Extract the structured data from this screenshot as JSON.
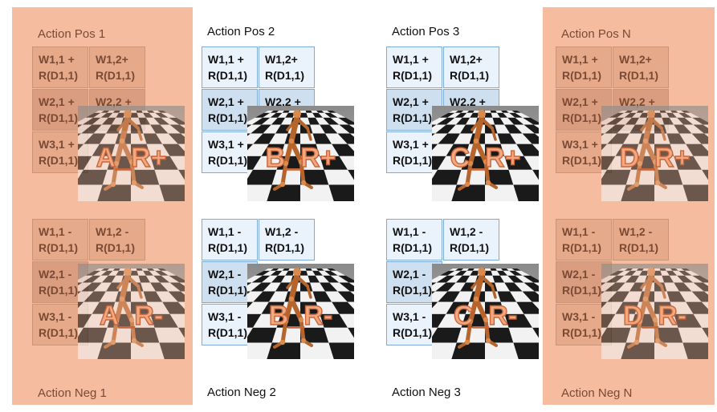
{
  "colors": {
    "highlight_panel": "#f5bca0",
    "cell_border": "#7eaad8",
    "cell_fill": "#eaf2fb",
    "cell_fill_row2": "#cedfef",
    "overlay_text": "#f4a880"
  },
  "columns": [
    {
      "pos_label": "Action Pos 1",
      "neg_label": "Action Neg 1",
      "highlighted": true,
      "pos_grid": [
        [
          [
            "W1,1 +",
            "R(D1,1)"
          ],
          [
            "W1,2+",
            "R(D1,1)"
          ]
        ],
        [
          [
            "W2,1 +",
            "R(D1,1)"
          ],
          [
            "W2,2 +",
            ""
          ]
        ],
        [
          [
            "W3,1 +",
            "R(D1,1)"
          ]
        ]
      ],
      "neg_grid": [
        [
          [
            "W1,1 -",
            "R(D1,1)"
          ],
          [
            "W1,2 -",
            "R(D1,1)"
          ]
        ],
        [
          [
            "W2,1 -",
            "R(D1,1)"
          ]
        ],
        [
          [
            "W3,1 -",
            "R(D1,1)"
          ]
        ]
      ],
      "pos_overlay": "A_R+",
      "neg_overlay": "A_R-"
    },
    {
      "pos_label": "Action Pos 2",
      "neg_label": "Action Neg 2",
      "highlighted": false,
      "pos_grid": [
        [
          [
            "W1,1 +",
            "R(D1,1)"
          ],
          [
            "W1,2+",
            "R(D1,1)"
          ]
        ],
        [
          [
            "W2,1 +",
            "R(D1,1)"
          ],
          [
            "W2,2 +",
            ""
          ]
        ],
        [
          [
            "W3,1 +",
            "R(D1,1)"
          ]
        ]
      ],
      "neg_grid": [
        [
          [
            "W1,1 -",
            "R(D1,1)"
          ],
          [
            "W1,2 -",
            "R(D1,1)"
          ]
        ],
        [
          [
            "W2,1 -",
            "R(D1,1)"
          ]
        ],
        [
          [
            "W3,1 -",
            "R(D1,1)"
          ]
        ]
      ],
      "pos_overlay": "B_R+",
      "neg_overlay": "B_R-"
    },
    {
      "pos_label": "Action Pos 3",
      "neg_label": "Action Neg 3",
      "highlighted": false,
      "pos_grid": [
        [
          [
            "W1,1 +",
            "R(D1,1)"
          ],
          [
            "W1,2+",
            "R(D1,1)"
          ]
        ],
        [
          [
            "W2,1 +",
            "R(D1,1)"
          ],
          [
            "W2,2 +",
            ""
          ]
        ],
        [
          [
            "W3,1 +",
            "R(D1,1)"
          ]
        ]
      ],
      "neg_grid": [
        [
          [
            "W1,1 -",
            "R(D1,1)"
          ],
          [
            "W1,2 -",
            "R(D1,1)"
          ]
        ],
        [
          [
            "W2,1 -",
            "R(D1,1)"
          ]
        ],
        [
          [
            "W3,1 -",
            "R(D1,1)"
          ]
        ]
      ],
      "pos_overlay": "C_R+",
      "neg_overlay": "C_R-"
    },
    {
      "pos_label": "Action Pos N",
      "neg_label": "Action Neg N",
      "highlighted": true,
      "pos_grid": [
        [
          [
            "W1,1 +",
            "R(D1,1)"
          ],
          [
            "W1,2+",
            "R(D1,1)"
          ]
        ],
        [
          [
            "W2,1 +",
            "R(D1,1)"
          ],
          [
            "W2,2 +",
            ""
          ]
        ],
        [
          [
            "W3,1 +",
            "R(D1,1)"
          ]
        ]
      ],
      "neg_grid": [
        [
          [
            "W1,1 -",
            "R(D1,1)"
          ],
          [
            "W1,2 -",
            "R(D1,1)"
          ]
        ],
        [
          [
            "W2,1 -",
            "R(D1,1)"
          ]
        ],
        [
          [
            "W3,1 -",
            "R(D1,1)"
          ]
        ]
      ],
      "pos_overlay": "D_R+",
      "neg_overlay": "D_R-"
    }
  ]
}
